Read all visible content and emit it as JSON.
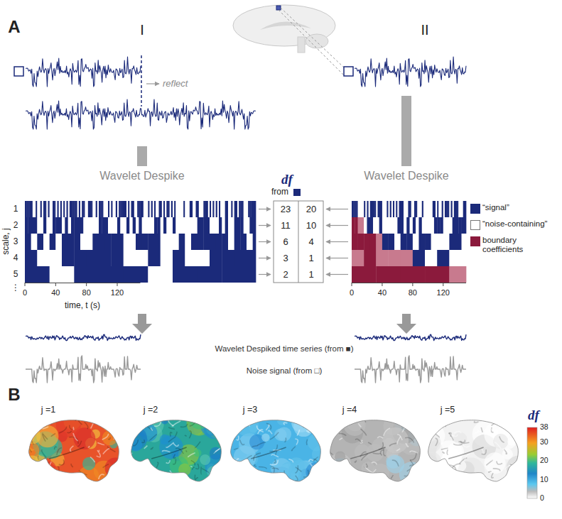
{
  "diagram": {
    "labels": [
      "A",
      "I",
      "II",
      "reflect",
      "Wavelet Despike",
      "Wavelet Despike",
      "df",
      "from",
      "scale, j",
      "1",
      "2",
      "3",
      "4",
      "5",
      "⋮",
      "time, t (s)",
      "0",
      "40",
      "80",
      "120",
      "0",
      "40",
      "80",
      "120",
      "23",
      "20",
      "11",
      "10",
      "6",
      "4",
      "3",
      "1",
      "2",
      "1",
      "Wavelet Despiked time series (from ■)",
      "Noise signal (from □)",
      "B",
      "j =1",
      "j =2",
      "j =3",
      "j =4",
      "j =5",
      "df",
      "38",
      "30",
      "20",
      "10",
      "0"
    ],
    "legend": [
      {
        "text": "“signal”",
        "color": "#1b2a7a"
      },
      {
        "text": "“noise-containing”",
        "color": "#ffffff"
      },
      {
        "text": "boundary coefficients",
        "color": "#8b1a3c"
      }
    ]
  }
}
